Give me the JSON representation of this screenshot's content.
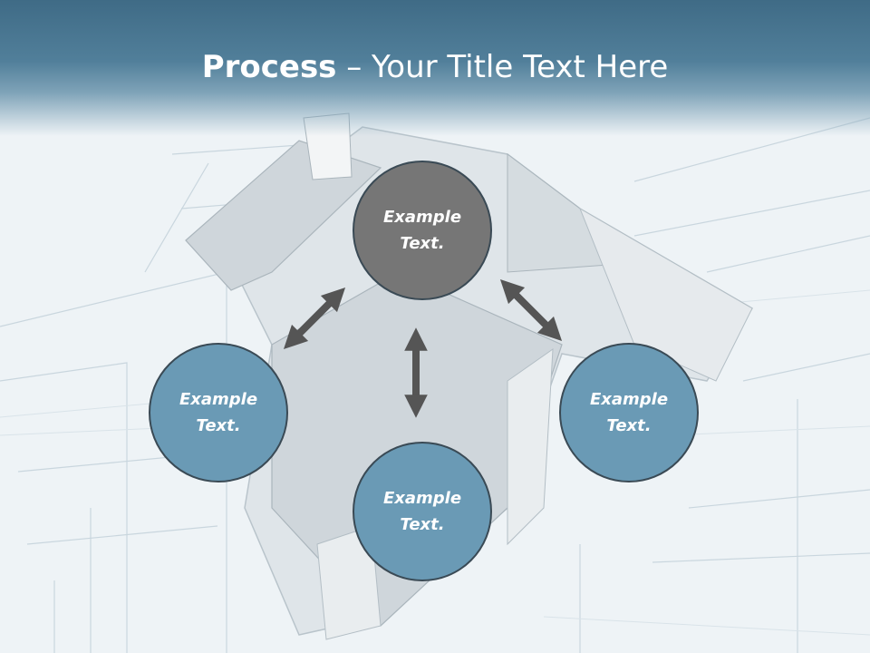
{
  "slide": {
    "title_bold": "Process",
    "title_rest": " – Your Title Text Here"
  },
  "nodes": [
    {
      "id": "top",
      "text": "Example Text.",
      "color": "#767676"
    },
    {
      "id": "left",
      "text": "Example Text.",
      "color": "#6a9ab5"
    },
    {
      "id": "bottom",
      "text": "Example Text.",
      "color": "#6a9ab5"
    },
    {
      "id": "right",
      "text": "Example Text.",
      "color": "#6a9ab5"
    }
  ],
  "edges": [
    {
      "from": "top",
      "to": "left",
      "bidirectional": true
    },
    {
      "from": "top",
      "to": "right",
      "bidirectional": true
    },
    {
      "from": "top",
      "to": "bottom",
      "bidirectional": true
    }
  ],
  "colors": {
    "header": "#4b7792",
    "arrow": "#555555",
    "background": "#eef3f6"
  }
}
